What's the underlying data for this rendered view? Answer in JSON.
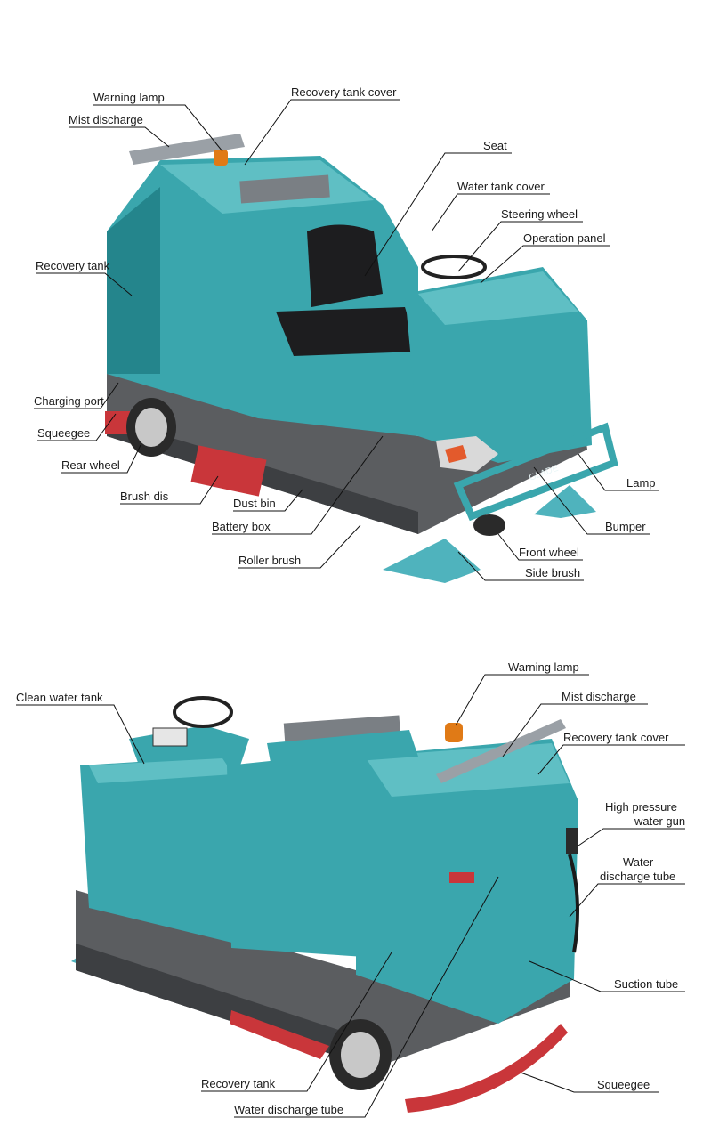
{
  "top_labels": {
    "warning_lamp": "Warning lamp",
    "recovery_tank_cover": "Recovery tank cover",
    "mist_discharge": "Mist discharge",
    "seat": "Seat",
    "water_tank_cover": "Water tank cover",
    "steering_wheel": "Steering wheel",
    "operation_panel": "Operation panel",
    "recovery_tank": "Recovery tank",
    "charging_port": "Charging port",
    "squeegee": "Squeegee",
    "rear_wheel": "Rear wheel",
    "brush_dis": "Brush dis",
    "dust_bin": "Dust bin",
    "battery_box": "Battery box",
    "roller_brush": "Roller brush",
    "lamp": "Lamp",
    "bumper": "Bumper",
    "front_wheel": "Front wheel",
    "side_brush": "Side brush"
  },
  "bottom_labels": {
    "warning_lamp": "Warning lamp",
    "clean_water_tank": "Clean water tank",
    "mist_discharge": "Mist discharge",
    "recovery_tank_cover": "Recovery tank cover",
    "high_pressure_water_gun_line1": "High pressure",
    "high_pressure_water_gun_line2": "water gun",
    "water_discharge_tube_line1": "Water",
    "water_discharge_tube_line2": "discharge tube",
    "suction_tube": "Suction tube",
    "recovery_tank": "Recovery tank",
    "squeegee": "Squeegee",
    "water_discharge_tube": "Water discharge tube"
  },
  "brand_mark": "GLADE",
  "colors": {
    "body": "#3aa6ad",
    "chassis": "#5b5d60",
    "squeegee": "#c9363a",
    "brush": "#4fb3bd"
  }
}
